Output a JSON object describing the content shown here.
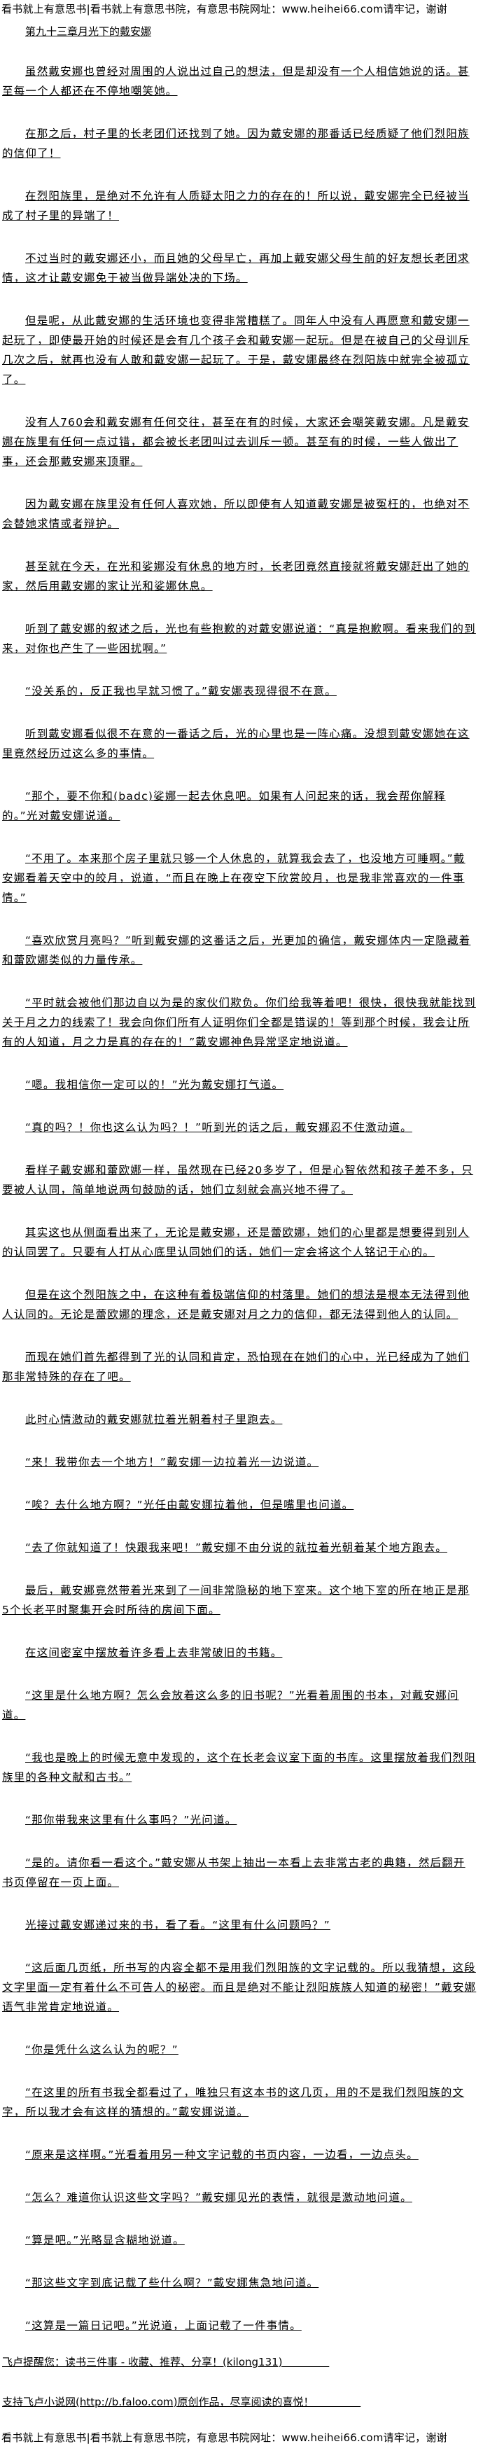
{
  "banner": "看书就上有意思书|看书就上有意思书院，有意思书院网址：www.heihei66.com请牢记，谢谢",
  "chapter_title": "第九十三章月光下的戴安娜",
  "paragraphs": [
    "虽然戴安娜也曾经对周围的人说出过自己的想法，但是却没有一个人相信她说的话。甚至每一个人都还在不停地嘲笑她。",
    "在那之后，村子里的长老团们还找到了她。因为戴安娜的那番话已经质疑了他们烈阳族的信仰了！",
    "在烈阳族里，是绝对不允许有人质疑太阳之力的存在的！所以说，戴安娜完全已经被当成了村子里的异端了！",
    "不过当时的戴安娜还小，而且她的父母早亡，再加上戴安娜父母生前的好友想长老团求情，这才让戴安娜免于被当做异端处决的下场。",
    "但是呢，从此戴安娜的生活环境也变得非常糟糕了。同年人中没有人再愿意和戴安娜一起玩了，即使最开始的时候还是会有几个孩子会和戴安娜一起玩。但是在被自己的父母训斥几次之后，就再也没有人敢和戴安娜一起玩了。于是，戴安娜最终在烈阳族中就完全被孤立了。",
    "没有人760会和戴安娜有任何交往，甚至在有的时候，大家还会嘲笑戴安娜。凡是戴安娜在族里有任何一点过错，都会被长老团叫过去训斥一顿。甚至有的时候，一些人做出了事，还会那戴安娜来顶罪。",
    "因为戴安娜在族里没有任何人喜欢她，所以即使有人知道戴安娜是被冤枉的，也绝对不会替她求情或者辩护。",
    "甚至就在今天，在光和娑娜没有休息的地方时，长老团竟然直接就将戴安娜赶出了她的家，然后用戴安娜的家让光和娑娜休息。",
    "听到了戴安娜的叙述之后，光也有些抱歉的对戴安娜说道：“真是抱歉啊。看来我们的到来，对你也产生了一些困扰啊。”",
    "“没关系的，反正我也早就习惯了。”戴安娜表现得很不在意。",
    "听到戴安娜看似很不在意的一番话之后，光的心里也是一阵心痛。没想到戴安娜她在这里竟然经历过这么多的事情。",
    "“那个，要不你和(badc)娑娜一起去休息吧。如果有人问起来的话，我会帮你解释的。”光对戴安娜说道。",
    "“不用了。本来那个房子里就只够一个人休息的，就算我会去了，也没地方可睡啊。”戴安娜看着天空中的皎月，说道，“而且在晚上在夜空下欣赏皎月，也是我非常喜欢的一件事情。”",
    "“喜欢欣赏月亮吗？”听到戴安娜的这番话之后，光更加的确信，戴安娜体内一定隐藏着和蕾欧娜类似的力量传承。",
    "“平时就会被他们那边自以为是的家伙们欺负。你们给我等着吧！很快，很快我就能找到关于月之力的线索了！我会向你们所有人证明你们全都是错误的！等到那个时候，我会让所有的人知道，月之力是真的存在的！”戴安娜神色异常坚定地说道。",
    "“嗯。我相信你一定可以的！”光为戴安娜打气道。",
    "“真的吗？！你也这么认为吗？！”听到光的话之后，戴安娜忍不住激动道。",
    "看样子戴安娜和蕾欧娜一样，虽然现在已经20多岁了，但是心智依然和孩子差不多，只要被人认同，简单地说两句鼓励的话，她们立刻就会高兴地不得了。",
    "其实这也从侧面看出来了，无论是戴安娜，还是蕾欧娜，她们的心里都是想要得到别人的认同罢了。只要有人打从心底里认同她们的话，她们一定会将这个人铭记于心的。",
    "但是在这个烈阳族之中，在这种有着极端信仰的村落里。她们的想法是根本无法得到他人认同的。无论是蕾欧娜的理念，还是戴安娜对月之力的信仰，都无法得到他人的认同。",
    "而现在她们首先都得到了光的认同和肯定，恐怕现在在她们的心中，光已经成为了她们那非常特殊的存在了吧。",
    "此时心情激动的戴安娜就拉着光朝着村子里跑去。",
    "“来！我带你去一个地方！”戴安娜一边拉着光一边说道。",
    "“唉？去什么地方啊？”光任由戴安娜拉着他，但是嘴里也问道。",
    "“去了你就知道了！快跟我来吧！”戴安娜不由分说的就拉着光朝着某个地方跑去。",
    "最后，戴安娜竟然带着光来到了一间非常隐秘的地下室来。这个地下室的所在地正是那5个长老平时聚集开会时所待的房间下面。",
    "在这间密室中摆放着许多看上去非常破旧的书籍。",
    "“这里是什么地方啊？怎么会放着这么多的旧书呢？”光看着周围的书本，对戴安娜问道。",
    "“我也是晚上的时候无意中发现的，这个在长老会议室下面的书库。这里摆放着我们烈阳族里的各种文献和古书。”",
    "“那你带我来这里有什么事吗？”光问道。",
    "“是的。请你看一看这个。”戴安娜从书架上抽出一本看上去非常古老的典籍，然后翻开书页停留在一页上面。",
    "光接过戴安娜递过来的书，看了看。“这里有什么问题吗？”",
    "“这后面几页纸，所书写的内容全都不是用我们烈阳族的文字记载的。所以我猜想，这段文字里面一定有着什么不可告人的秘密。而且是绝对不能让烈阳族族人知道的秘密！”戴安娜语气非常肯定地说道。",
    "“你是凭什么这么认为的呢？”",
    "“在这里的所有书我全都看过了，唯独只有这本书的这几页，用的不是我们烈阳族的文字，所以我才会有这样的猜想的。”戴安娜说道。",
    "“原来是这样啊。”光看着用另一种文字记载的书页内容，一边看，一边点头。",
    "“怎么？难道你认识这些文字吗？”戴安娜见光的表情，就很是激动地问道。",
    "“算是吧。”光略显含糊地说道。",
    "“那这些文字到底记载了些什么啊？”戴安娜焦急地问道。",
    "“这算是一篇日记吧。”光说道，上面记载了一件事情。"
  ],
  "footer": {
    "reminder": "飞卢提醒您：读书三件事 - 收藏、推荐、分享！(kilong131)",
    "support": "支持飞卢小说网(http://b.faloo.com)原创作品，尽享阅读的喜悦！"
  }
}
